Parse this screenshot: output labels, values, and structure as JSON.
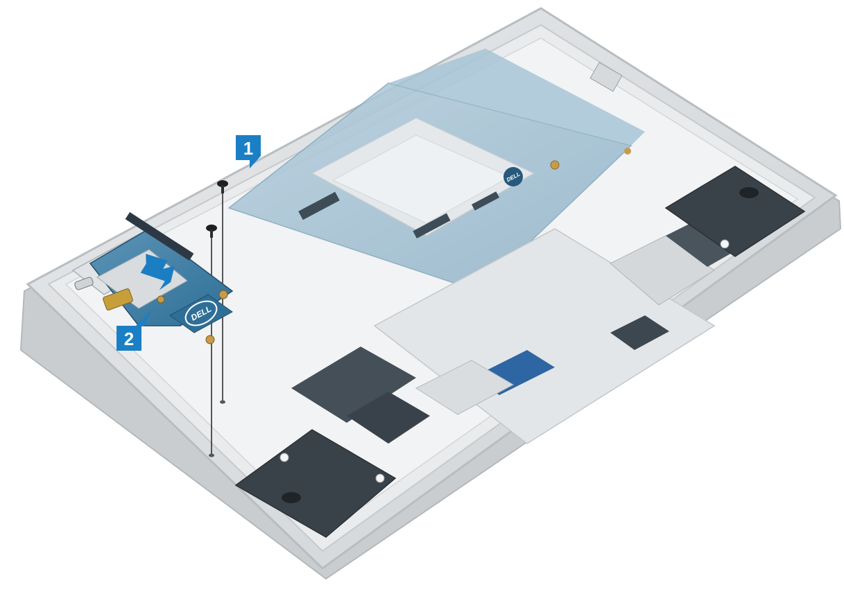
{
  "callouts": [
    {
      "number": "1",
      "step": "remove-screws"
    },
    {
      "number": "2",
      "step": "lift-board"
    }
  ],
  "board_logos": [
    "DELL",
    "DELL"
  ],
  "colors": {
    "callout_blue": "#1a7fc4",
    "arrow_blue": "#1b7dc2",
    "board_blue": "#2f6f97",
    "chassis_gray": "#d9dcde",
    "metal_light": "#eef0f1"
  },
  "icons": [
    "screw-icon",
    "lift-arrow-icon",
    "callout-badge-icon"
  ]
}
